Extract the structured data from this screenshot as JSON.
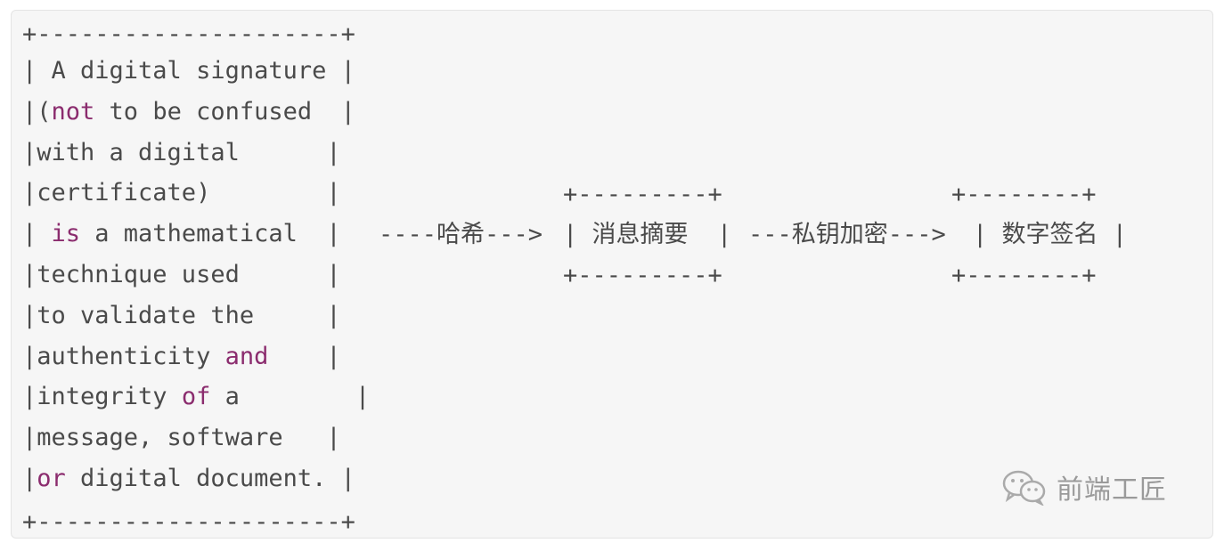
{
  "diagram": {
    "box_border_top": "+---------------------+",
    "box_border_bottom": "+---------------------+",
    "box_lines": [
      [
        {
          "t": "| A digital signature |"
        }
      ],
      [
        {
          "t": "|("
        },
        {
          "t": "not",
          "kw": true
        },
        {
          "t": " to be confused  |"
        }
      ],
      [
        {
          "t": "|with a digital      |"
        }
      ],
      [
        {
          "t": "|certificate)        |"
        }
      ],
      [
        {
          "t": "| "
        },
        {
          "t": "is",
          "kw": true
        },
        {
          "t": " a mathematical  |"
        }
      ],
      [
        {
          "t": "|technique used      |"
        }
      ],
      [
        {
          "t": "|to validate the     |"
        }
      ],
      [
        {
          "t": "|authenticity "
        },
        {
          "t": "and",
          "kw": true
        },
        {
          "t": "    |"
        }
      ],
      [
        {
          "t": "|integrity "
        },
        {
          "t": "of",
          "kw": true
        },
        {
          "t": " a        |"
        }
      ],
      [
        {
          "t": "|message, software   |"
        }
      ],
      [
        {
          "t": "|"
        },
        {
          "t": "or",
          "kw": true
        },
        {
          "t": " digital document. |"
        }
      ]
    ],
    "arrow1": "----哈希--->",
    "node1": "| 消息摘要  |",
    "node1_border": "+---------+",
    "arrow2": "---私钥加密--->",
    "node2": "| 数字签名 |",
    "node2_border": "+--------+"
  },
  "watermark": {
    "label": "前端工匠",
    "icon": "wechat-icon"
  },
  "colors": {
    "text": "#4a4a4a",
    "keyword": "#8b2c6e",
    "panel_bg": "#f6f6f6"
  }
}
